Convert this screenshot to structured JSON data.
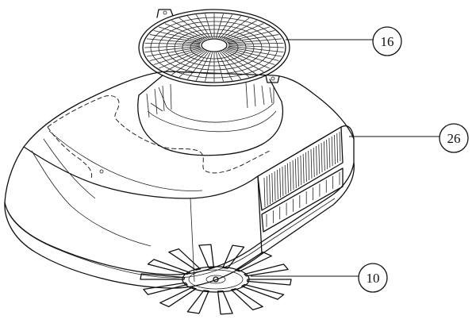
{
  "diagram": {
    "type": "patent-drawing",
    "line_color": "#111111",
    "background": "#ffffff",
    "callouts": [
      {
        "id": "fan-guard",
        "label": "16"
      },
      {
        "id": "housing",
        "label": "26"
      },
      {
        "id": "fan-blade",
        "label": "10"
      }
    ]
  }
}
